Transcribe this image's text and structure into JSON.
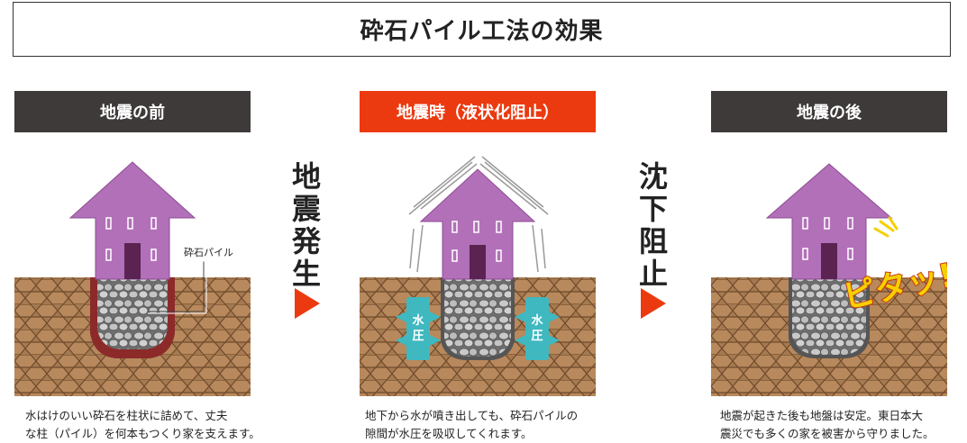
{
  "title": "砕石パイル工法の効果",
  "stages": [
    {
      "header": "地震の前",
      "caption_lines": [
        "水はけのいい砕石を柱状に詰めて、丈夫",
        "な柱（パイル）を何本もつくり家を支えます。"
      ]
    },
    {
      "header": "地震時（液状化阻止）",
      "caption_lines": [
        "地下から水が噴き出しても、砕石パイルの",
        "隙間が水圧を吸収してくれます。"
      ]
    },
    {
      "header": "地震の後",
      "caption_lines": [
        "地震が起きた後も地盤は安定。東日本大",
        "震災でも多くの家を被害から守りました。"
      ]
    }
  ],
  "transitions": [
    {
      "chars": [
        "地",
        "震",
        "発",
        "生"
      ]
    },
    {
      "chars": [
        "沈",
        "下",
        "阻",
        "止"
      ]
    }
  ],
  "labels": {
    "pile_callout": "砕石パイル",
    "water_pressure": [
      "水",
      "圧"
    ],
    "pitatt": "ピタッ!"
  },
  "colors": {
    "header_dark": "#3e3a39",
    "header_red": "#ec3a10",
    "arrow": "#ec3a10",
    "house": "#b270b8",
    "soil": "#a3764c",
    "water": "#3fb8c0",
    "accent_yellow": "#f5d000"
  }
}
